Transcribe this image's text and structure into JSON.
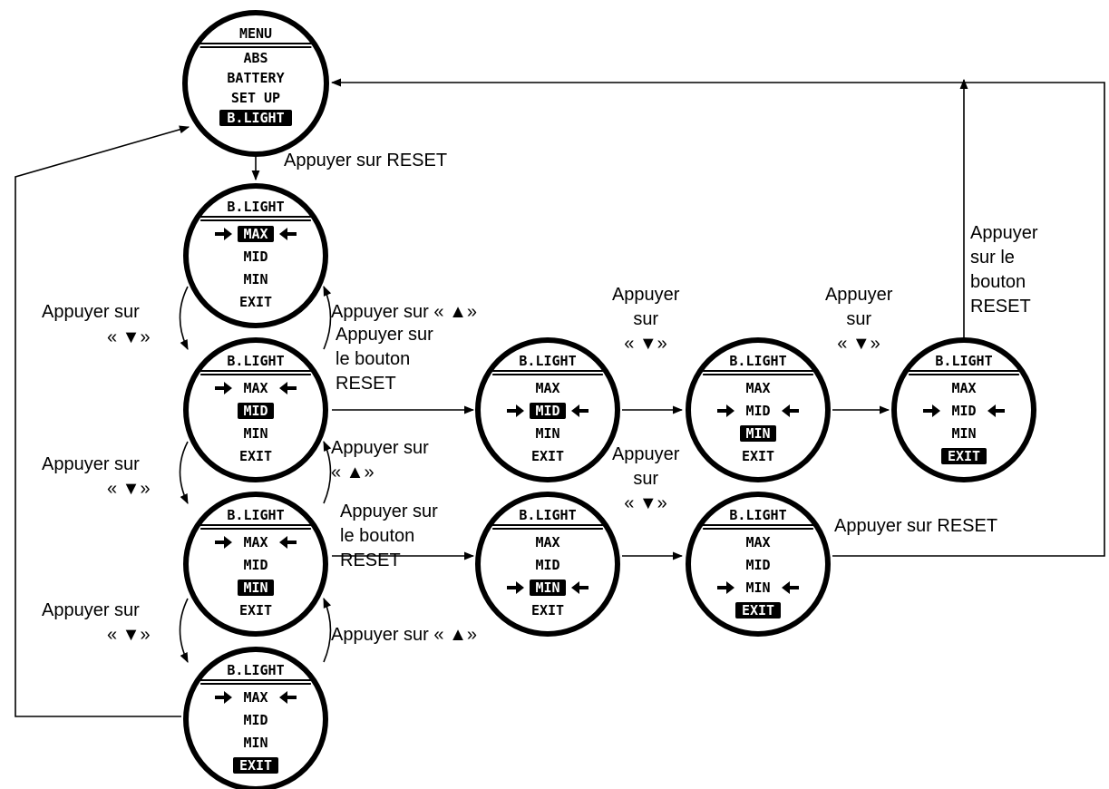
{
  "screens": {
    "menu": {
      "title": "MENU",
      "items": [
        "ABS",
        "BATTERY",
        "SET UP",
        "B.LIGHT"
      ],
      "selected": 3
    },
    "bl_max": {
      "title": "B.LIGHT",
      "items": [
        "MAX",
        "MID",
        "MIN",
        "EXIT"
      ],
      "selected": 0,
      "arrows": 0
    },
    "bl_mid": {
      "title": "B.LIGHT",
      "items": [
        "MAX",
        "MID",
        "MIN",
        "EXIT"
      ],
      "selected": 1,
      "arrows": 0
    },
    "bl_min": {
      "title": "B.LIGHT",
      "items": [
        "MAX",
        "MID",
        "MIN",
        "EXIT"
      ],
      "selected": 2,
      "arrows": 0
    },
    "bl_exit": {
      "title": "B.LIGHT",
      "items": [
        "MAX",
        "MID",
        "MIN",
        "EXIT"
      ],
      "selected": 3,
      "arrows": 0
    },
    "r1_mid": {
      "title": "B.LIGHT",
      "items": [
        "MAX",
        "MID",
        "MIN",
        "EXIT"
      ],
      "selected": 1,
      "arrows": 1
    },
    "r1_min": {
      "title": "B.LIGHT",
      "items": [
        "MAX",
        "MID",
        "MIN",
        "EXIT"
      ],
      "selected": 2,
      "arrows": 1
    },
    "r1_exit": {
      "title": "B.LIGHT",
      "items": [
        "MAX",
        "MID",
        "MIN",
        "EXIT"
      ],
      "selected": 3,
      "arrows": 1
    },
    "r2_min": {
      "title": "B.LIGHT",
      "items": [
        "MAX",
        "MID",
        "MIN",
        "EXIT"
      ],
      "selected": 2,
      "arrows": 2
    },
    "r2_exit": {
      "title": "B.LIGHT",
      "items": [
        "MAX",
        "MID",
        "MIN",
        "EXIT"
      ],
      "selected": 3,
      "arrows": 2
    }
  },
  "labels": {
    "reset_top": "Appuyer sur RESET",
    "down1": [
      "Appuyer sur",
      "« ▼»"
    ],
    "down2": [
      "Appuyer sur",
      "« ▼»"
    ],
    "down3": [
      "Appuyer sur",
      "« ▼»"
    ],
    "up1": "Appuyer sur « ▲»",
    "reset_mid": [
      "Appuyer sur",
      "le bouton",
      "RESET"
    ],
    "up2": [
      "Appuyer sur",
      "« ▲»"
    ],
    "reset_min": [
      "Appuyer sur",
      "le bouton",
      "RESET"
    ],
    "up3": "Appuyer sur « ▲»",
    "down_r1a": [
      "Appuyer",
      "sur",
      "« ▼»"
    ],
    "down_r1b": [
      "Appuyer",
      "sur",
      "« ▼»"
    ],
    "down_r2": [
      "Appuyer",
      "sur",
      "« ▼»"
    ],
    "reset_right": [
      "Appuyer",
      "sur le",
      "bouton",
      "RESET"
    ],
    "reset_r2": "Appuyer sur RESET"
  }
}
